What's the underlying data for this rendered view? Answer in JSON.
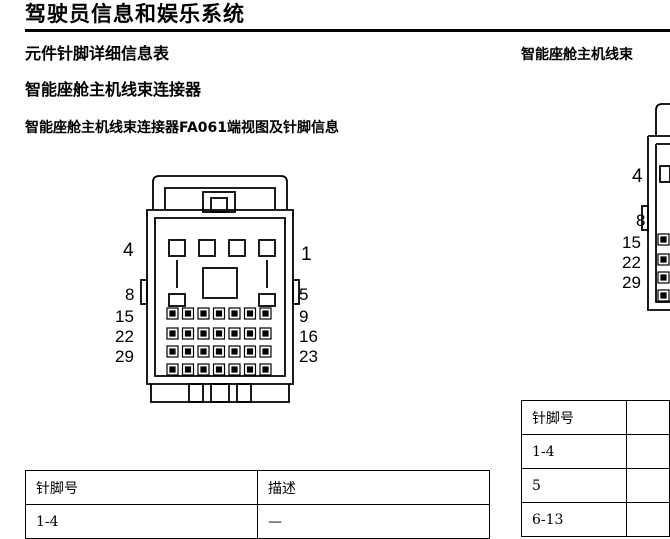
{
  "header": {
    "title": "驾驶员信息和娱乐系统"
  },
  "section": {
    "title": "元件针脚详细信息表",
    "subtitle": "智能座舱主机线束连接器",
    "caption": "智能座舱主机线束连接器FA061端视图及针脚信息",
    "caption_right": "智能座舱主机线束"
  },
  "connector_left": {
    "left_labels": [
      "4",
      "8",
      "15",
      "22",
      "29"
    ],
    "right_labels": [
      "1",
      "5",
      "9",
      "16",
      "23"
    ]
  },
  "connector_right": {
    "left_labels": [
      "4",
      "8",
      "15",
      "22",
      "29"
    ]
  },
  "table_left": {
    "headers": [
      "针脚号",
      "描述"
    ],
    "rows": [
      [
        "1-4",
        "—"
      ]
    ]
  },
  "table_right": {
    "headers": [
      "针脚号",
      ""
    ],
    "rows": [
      [
        "1-4",
        ""
      ],
      [
        "5",
        ""
      ],
      [
        "6-13",
        ""
      ]
    ]
  }
}
